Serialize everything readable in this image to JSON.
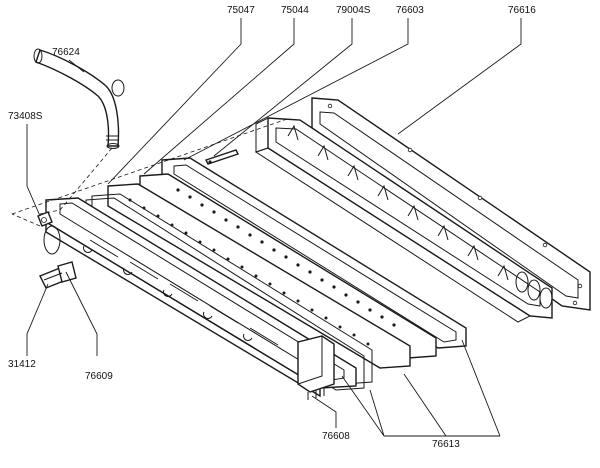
{
  "labels": {
    "p75047": "75047",
    "p75044": "75044",
    "p79004s": "79004S",
    "p76603": "76603",
    "p76616": "76616",
    "p76624": "76624",
    "p73408s": "73408S",
    "p31412": "31412",
    "p76609": "76609",
    "p76608": "76608",
    "p76613": "76613"
  }
}
